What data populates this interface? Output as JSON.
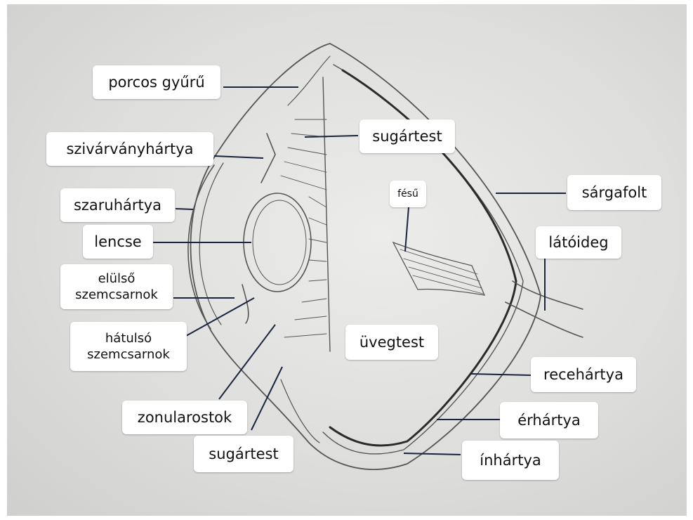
{
  "labels": {
    "porcos_gyuru": "porcos gyűrű",
    "szivarvanyhartya": "szivárványhártya",
    "szaruhartya": "szaruhártya",
    "lencse": "lencse",
    "eluls_line1": "elülső",
    "eluls_line2": "szemcsarnok",
    "hatulso_line1": "hátulsó",
    "hatulso_line2": "szemcsarnok",
    "zonularostok": "zonularostok",
    "sugartest_bottom": "sugártest",
    "sugartest_top": "sugártest",
    "fesu": "fésű",
    "uvegtest": "üvegtest",
    "sargafolt": "sárgafolt",
    "latoideg": "látóideg",
    "recehartya": "recehártya",
    "erhartya": "érhártya",
    "inhartya": "ínhártya"
  },
  "colors": {
    "paper": "#dededc",
    "leader_line": "#1a2340",
    "sketch": "#555555"
  }
}
